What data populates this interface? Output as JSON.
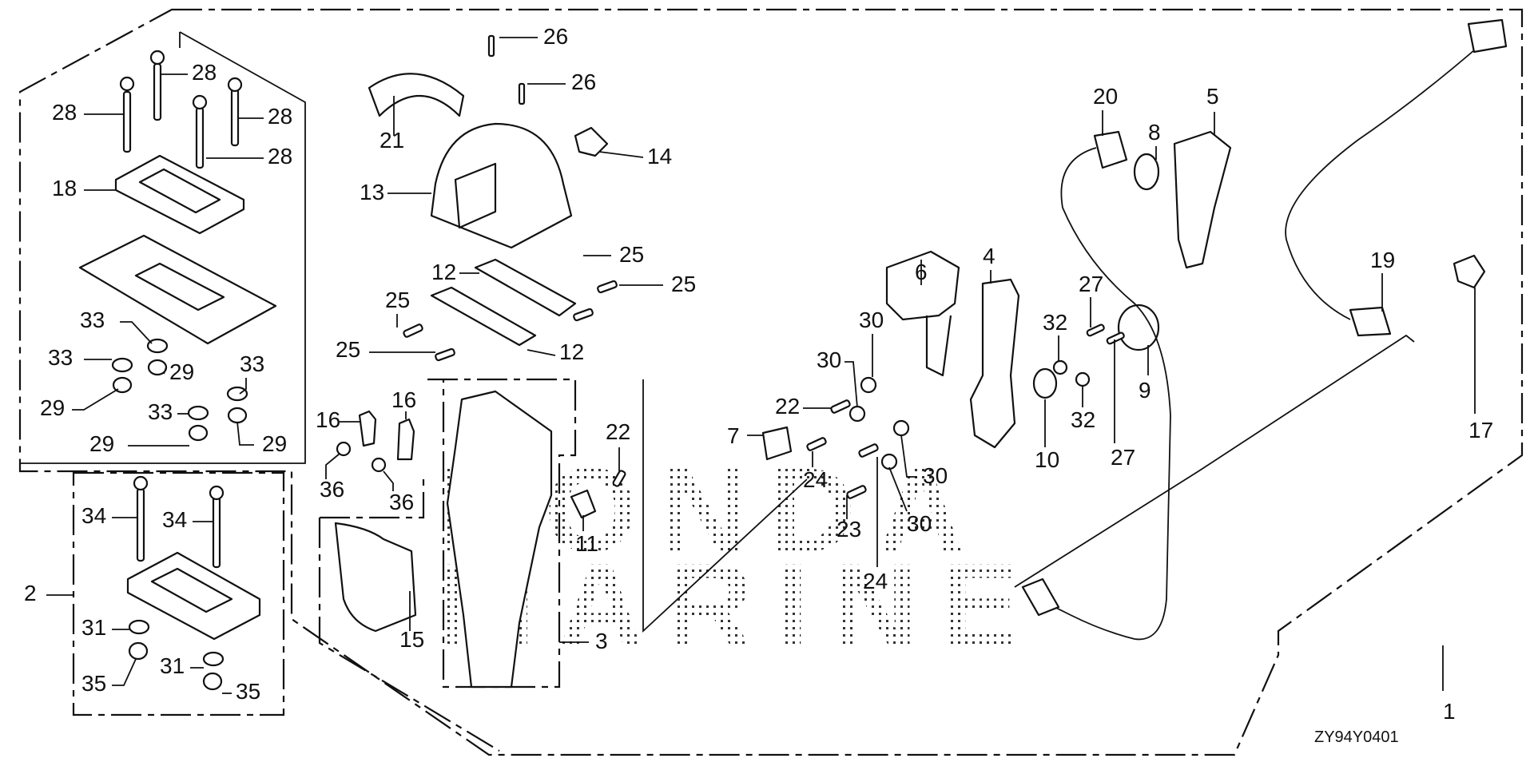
{
  "diagram": {
    "title": "Remote control box exploded parts view",
    "drawing_code": "ZY94Y0401",
    "watermark": [
      "HONDA",
      "MARINE"
    ],
    "callouts": [
      {
        "ref": "1"
      },
      {
        "ref": "2"
      },
      {
        "ref": "3"
      },
      {
        "ref": "4"
      },
      {
        "ref": "5"
      },
      {
        "ref": "6"
      },
      {
        "ref": "7"
      },
      {
        "ref": "8"
      },
      {
        "ref": "9"
      },
      {
        "ref": "10"
      },
      {
        "ref": "11"
      },
      {
        "ref": "12"
      },
      {
        "ref": "12"
      },
      {
        "ref": "13"
      },
      {
        "ref": "14"
      },
      {
        "ref": "15"
      },
      {
        "ref": "16"
      },
      {
        "ref": "16"
      },
      {
        "ref": "17"
      },
      {
        "ref": "18"
      },
      {
        "ref": "19"
      },
      {
        "ref": "20"
      },
      {
        "ref": "21"
      },
      {
        "ref": "22"
      },
      {
        "ref": "22"
      },
      {
        "ref": "23"
      },
      {
        "ref": "24"
      },
      {
        "ref": "24"
      },
      {
        "ref": "25"
      },
      {
        "ref": "25"
      },
      {
        "ref": "25"
      },
      {
        "ref": "25"
      },
      {
        "ref": "26"
      },
      {
        "ref": "26"
      },
      {
        "ref": "27"
      },
      {
        "ref": "27"
      },
      {
        "ref": "28"
      },
      {
        "ref": "28"
      },
      {
        "ref": "28"
      },
      {
        "ref": "28"
      },
      {
        "ref": "29"
      },
      {
        "ref": "29"
      },
      {
        "ref": "29"
      },
      {
        "ref": "29"
      },
      {
        "ref": "30"
      },
      {
        "ref": "30"
      },
      {
        "ref": "30"
      },
      {
        "ref": "30"
      },
      {
        "ref": "31"
      },
      {
        "ref": "31"
      },
      {
        "ref": "32"
      },
      {
        "ref": "32"
      },
      {
        "ref": "33"
      },
      {
        "ref": "33"
      },
      {
        "ref": "33"
      },
      {
        "ref": "33"
      },
      {
        "ref": "34"
      },
      {
        "ref": "34"
      },
      {
        "ref": "35"
      },
      {
        "ref": "35"
      },
      {
        "ref": "36"
      },
      {
        "ref": "36"
      }
    ]
  }
}
